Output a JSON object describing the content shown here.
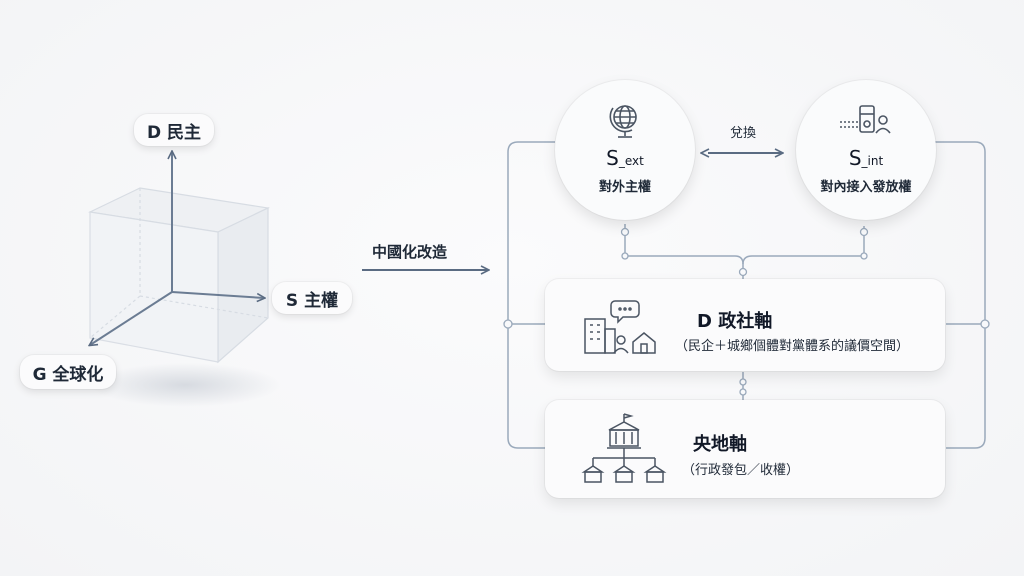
{
  "axes": {
    "d_label": "D 民主",
    "s_label": "S 主權",
    "g_label": "G 全球化"
  },
  "transform_label": "中國化改造",
  "exchange_label": "兌換",
  "s_ext": {
    "title": "S",
    "title_sub": "_ext",
    "subtitle": "對外主權",
    "icon": "globe-icon"
  },
  "s_int": {
    "title": "S",
    "title_sub": "_int",
    "subtitle": "對內接入發放權",
    "icon": "gate-person-icon"
  },
  "d_axis_box": {
    "title": "D 政社軸",
    "subtitle": "（民企＋城鄉個體對黨體系的議價空間）",
    "icon": "city-people-icon"
  },
  "central_local_box": {
    "title": "央地軸",
    "subtitle": "（行政發包／收權）",
    "icon": "government-hierarchy-icon"
  },
  "colors": {
    "line": "#8a9bb0",
    "arrow": "#5a6b82",
    "text": "#1f2937"
  }
}
